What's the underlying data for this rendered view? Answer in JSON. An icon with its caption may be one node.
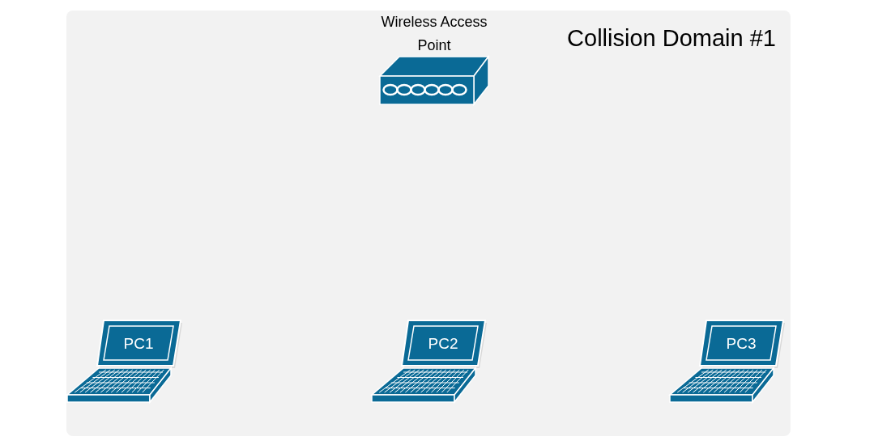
{
  "diagram": {
    "nodes": [
      {
        "text": [
          "Collision Domain #1"
        ]
      },
      {
        "text": [
          "Wireless Access Point"
        ],
        "in": 0
      },
      {
        "text": [
          "PC1"
        ],
        "in": 0
      },
      {
        "text": [
          "PC2"
        ],
        "in": 0
      },
      {
        "text": [
          "PC3"
        ],
        "in": 0
      }
    ]
  }
}
